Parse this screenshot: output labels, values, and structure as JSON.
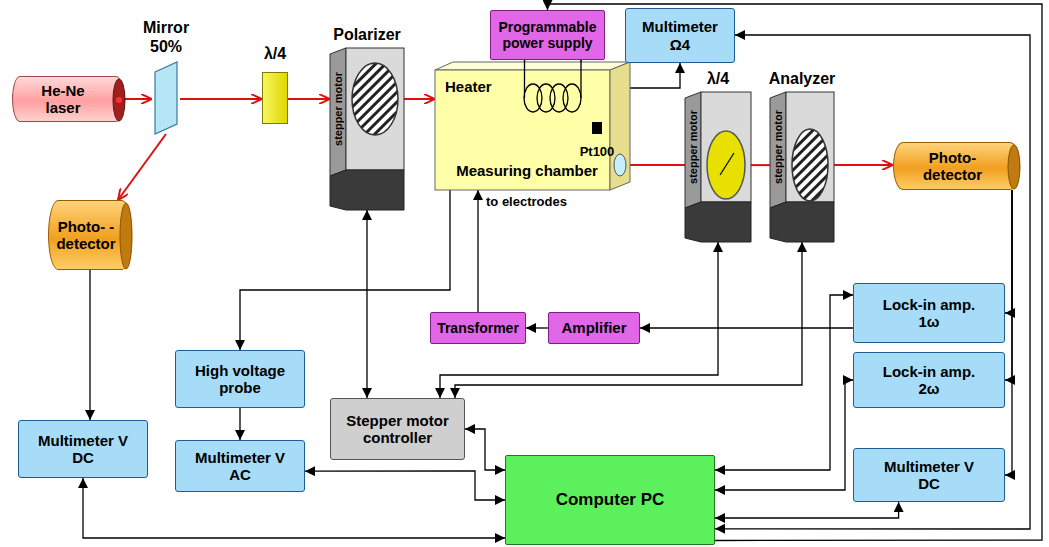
{
  "diagram": {
    "nodes": [
      {
        "text": [
          "He-Ne laser"
        ]
      },
      {
        "text": [
          "Mirror 50%"
        ]
      },
      {
        "text": [
          "λ/4"
        ]
      },
      {
        "text": [
          "Polarizer",
          "stepper motor"
        ]
      },
      {
        "text": [
          "Heater",
          "Measuring chamber"
        ]
      },
      {
        "text": [
          "Pt100"
        ],
        "in": 4
      },
      {
        "text": [
          "Programmable power supply"
        ]
      },
      {
        "text": [
          "Multimeter Ω4"
        ]
      },
      {
        "text": [
          "λ/4",
          "stepper motor"
        ]
      },
      {
        "text": [
          "Analyzer",
          "stepper motor"
        ]
      },
      {
        "text": [
          "Photo-detector"
        ]
      },
      {
        "text": [
          "Photo- -detector"
        ]
      },
      {
        "text": [
          "Multimeter V DC"
        ]
      },
      {
        "text": [
          "High voltage probe"
        ]
      },
      {
        "text": [
          "Multimeter V AC"
        ]
      },
      {
        "text": [
          "Stepper motor controller"
        ]
      },
      {
        "text": [
          "Transformer"
        ]
      },
      {
        "text": [
          "Amplifier"
        ]
      },
      {
        "text": [
          "Computer PC"
        ]
      },
      {
        "text": [
          "Lock-in amp. 1ω"
        ]
      },
      {
        "text": [
          "Lock-in amp. 2ω"
        ]
      },
      {
        "text": [
          "Multimeter V DC"
        ]
      }
    ],
    "edges": [
      {
        "from": 0,
        "to": 1,
        "arrow": "to"
      },
      {
        "from": 1,
        "to": 2,
        "arrow": "to"
      },
      {
        "from": 1,
        "to": 11,
        "arrow": "to"
      },
      {
        "from": 2,
        "to": 3,
        "arrow": "to"
      },
      {
        "from": 3,
        "to": 4,
        "arrow": "to"
      },
      {
        "from": 4,
        "to": 8,
        "arrow": "none"
      },
      {
        "from": 8,
        "to": 9,
        "arrow": "none"
      },
      {
        "from": 9,
        "to": 10,
        "arrow": "to"
      },
      {
        "from": 6,
        "to": 4,
        "arrow": "none"
      },
      {
        "from": 5,
        "to": 7,
        "arrow": "to"
      },
      {
        "from": 11,
        "to": 12,
        "arrow": "to"
      },
      {
        "from": 16,
        "to": 4,
        "label": "to electrodes",
        "arrow": "to"
      },
      {
        "from": 17,
        "to": 16,
        "arrow": "to"
      },
      {
        "from": 19,
        "to": 17,
        "arrow": "to"
      },
      {
        "from": 4,
        "to": 13,
        "arrow": "to"
      },
      {
        "from": 13,
        "to": 14,
        "arrow": "to"
      },
      {
        "from": 3,
        "to": 15,
        "arrow": "both"
      },
      {
        "from": 8,
        "to": 15,
        "arrow": "both"
      },
      {
        "from": 9,
        "to": 15,
        "arrow": "both"
      },
      {
        "from": 15,
        "to": 18,
        "arrow": "both"
      },
      {
        "from": 14,
        "to": 18,
        "arrow": "both"
      },
      {
        "from": 12,
        "to": 18,
        "arrow": "both"
      },
      {
        "from": 10,
        "to": 19,
        "arrow": "to"
      },
      {
        "from": 10,
        "to": 20,
        "arrow": "to"
      },
      {
        "from": 10,
        "to": 21,
        "arrow": "to"
      },
      {
        "from": 19,
        "to": 18,
        "arrow": "both"
      },
      {
        "from": 20,
        "to": 18,
        "arrow": "both"
      },
      {
        "from": 21,
        "to": 18,
        "arrow": "both"
      },
      {
        "from": 18,
        "to": 6,
        "arrow": "to"
      },
      {
        "from": 18,
        "to": 7,
        "arrow": "both"
      }
    ]
  }
}
